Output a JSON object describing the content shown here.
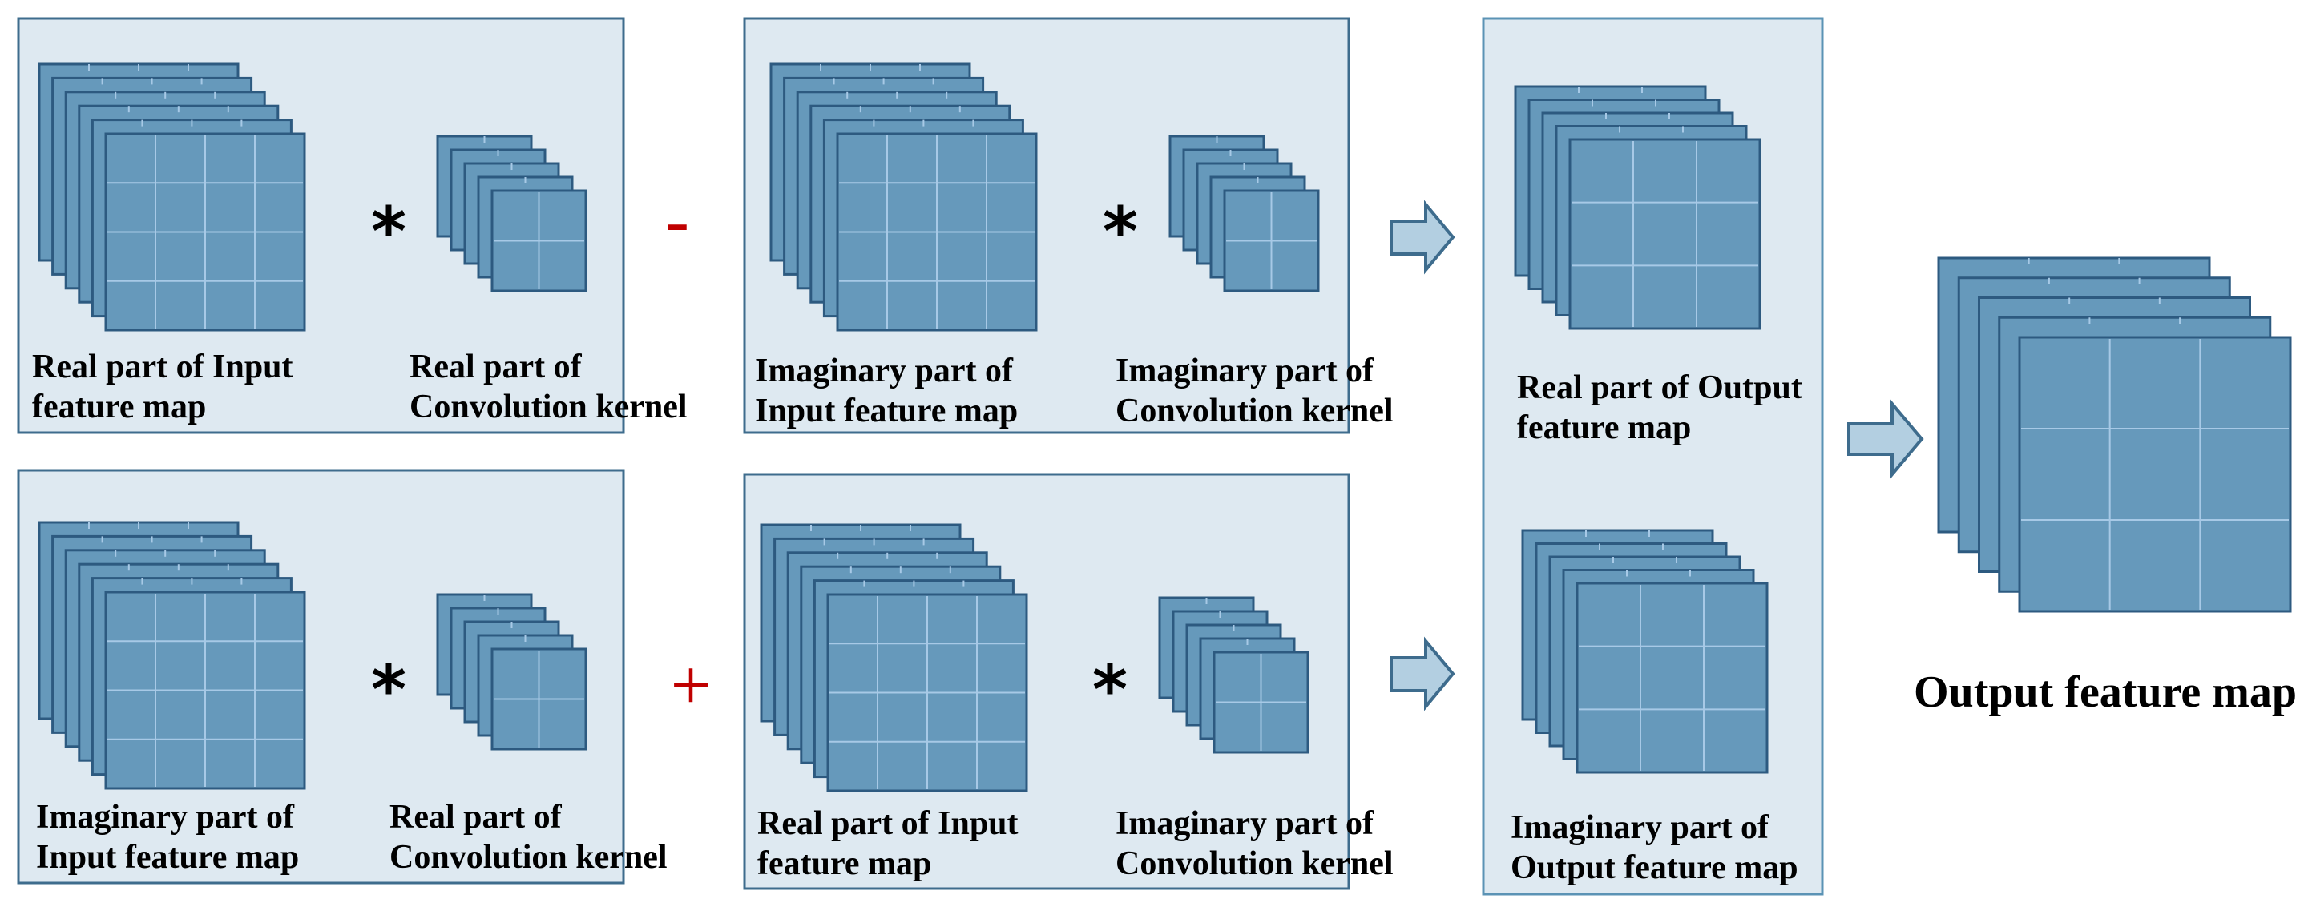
{
  "colors": {
    "panel_fill": "#dee9f1",
    "panel_border": "#3e6c8d",
    "sheet_fill": "#6699bb",
    "sheet_border": "#2d5a80",
    "grid_line": "#a7c9e6",
    "arrow_fill": "#b3cfe1",
    "operator_sign": "#c00000"
  },
  "operators": {
    "convolution_symbol": "*",
    "minus_symbol": "-",
    "plus_symbol": "+"
  },
  "panels": [
    {
      "id": "top-left",
      "map_caption": [
        "Real part of Input",
        "feature map"
      ],
      "kernel_caption": [
        "Real part of",
        "Convolution kernel"
      ]
    },
    {
      "id": "top-middle",
      "map_caption": [
        "Imaginary part of",
        "Input feature map"
      ],
      "kernel_caption": [
        "Imaginary part of",
        "Convolution kernel"
      ]
    },
    {
      "id": "bottom-left",
      "map_caption": [
        "Imaginary part of",
        "Input feature map"
      ],
      "kernel_caption": [
        "Real part of",
        "Convolution kernel"
      ]
    },
    {
      "id": "bottom-middle",
      "map_caption": [
        "Real part of Input",
        "feature map"
      ],
      "kernel_caption": [
        "Imaginary part of",
        "Convolution kernel"
      ]
    }
  ],
  "output_panel": {
    "real_caption": [
      "Real part of Output",
      "feature map"
    ],
    "imag_caption": [
      "Imaginary part of",
      "Output feature map"
    ]
  },
  "final_output": {
    "title": "Output feature map"
  }
}
